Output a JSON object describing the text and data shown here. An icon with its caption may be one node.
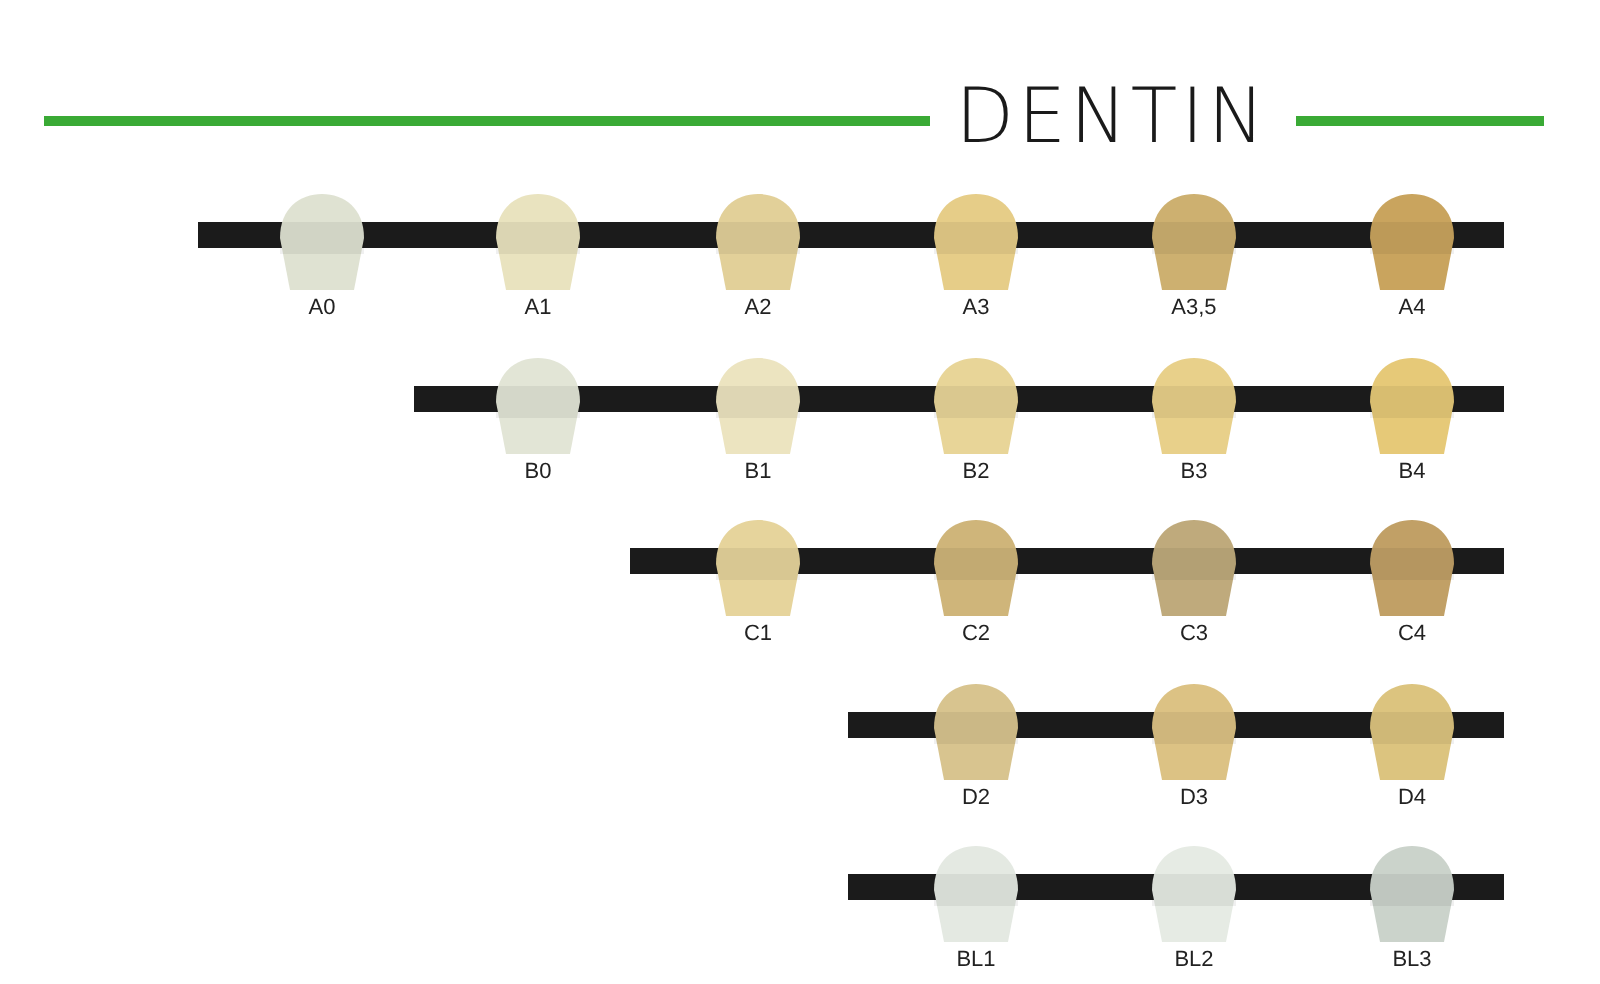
{
  "diagram": {
    "title": "DENTIN",
    "nodes": [
      {
        "text": [
          "A0"
        ]
      },
      {
        "text": [
          "A1"
        ]
      },
      {
        "text": [
          "A2"
        ]
      },
      {
        "text": [
          "A3"
        ]
      },
      {
        "text": [
          "A3,5"
        ]
      },
      {
        "text": [
          "A4"
        ]
      },
      {
        "text": [
          "B0"
        ]
      },
      {
        "text": [
          "B1"
        ]
      },
      {
        "text": [
          "B2"
        ]
      },
      {
        "text": [
          "B3"
        ]
      },
      {
        "text": [
          "B4"
        ]
      },
      {
        "text": [
          "C1"
        ]
      },
      {
        "text": [
          "C2"
        ]
      },
      {
        "text": [
          "C3"
        ]
      },
      {
        "text": [
          "C4"
        ]
      },
      {
        "text": [
          "D2"
        ]
      },
      {
        "text": [
          "D3"
        ]
      },
      {
        "text": [
          "D4"
        ]
      },
      {
        "text": [
          "BL1"
        ]
      },
      {
        "text": [
          "BL2"
        ]
      },
      {
        "text": [
          "BL3"
        ]
      }
    ]
  }
}
